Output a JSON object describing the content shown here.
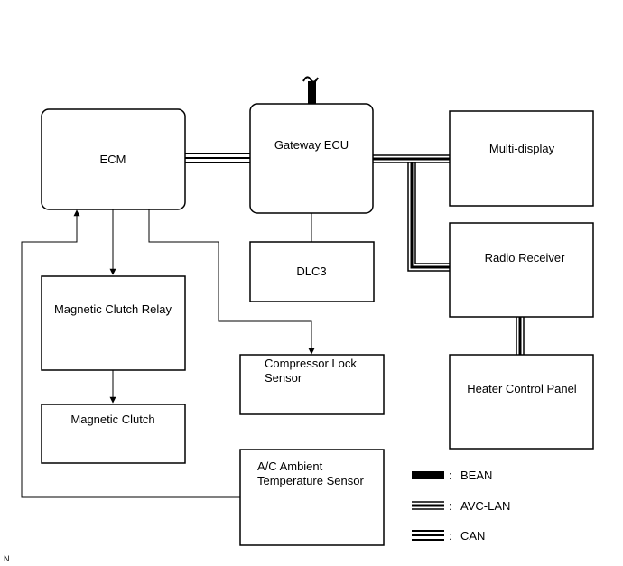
{
  "blocks": {
    "ecm": "ECM",
    "gateway": "Gateway ECU",
    "multi_display": "Multi-display",
    "radio_receiver": "Radio Receiver",
    "heater_control_panel": "Heater Control Panel",
    "dlc3": "DLC3",
    "magnetic_clutch_relay": "Magnetic Clutch Relay",
    "magnetic_clutch": "Magnetic Clutch",
    "compressor_lock_line1": "Compressor Lock",
    "compressor_lock_line2": "Sensor",
    "ambient_line1": "A/C Ambient",
    "ambient_line2": "Temperature Sensor"
  },
  "legend": {
    "sep": ":",
    "bean": "BEAN",
    "avc_lan": "AVC-LAN",
    "can": "CAN"
  },
  "footer": {
    "code": "N"
  }
}
